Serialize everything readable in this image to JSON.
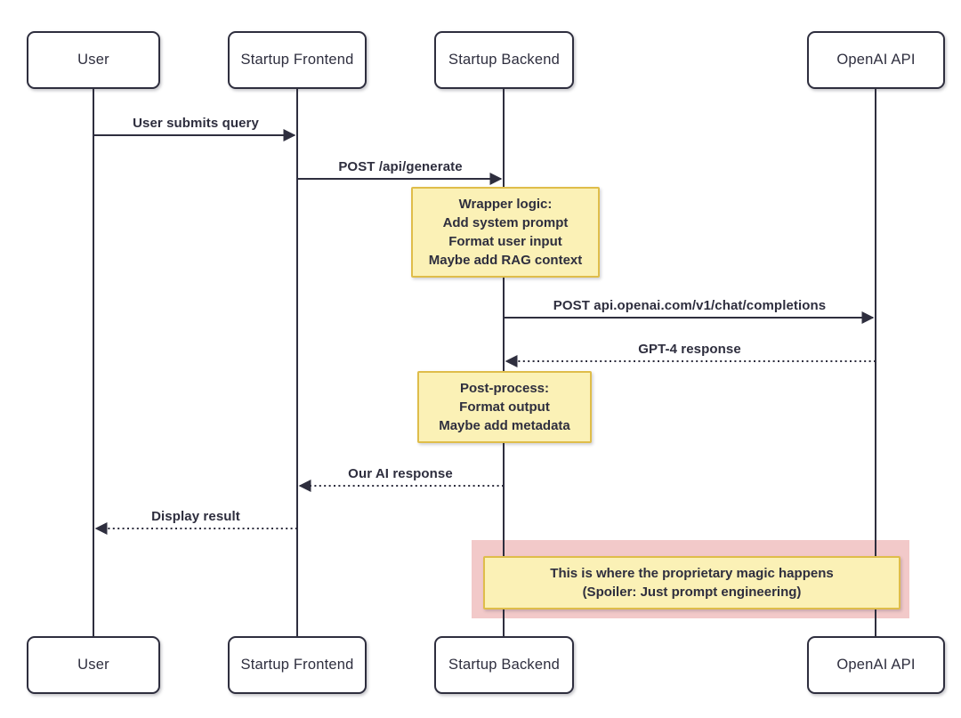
{
  "diagram": {
    "type": "sequence-diagram",
    "colors": {
      "ink": "#2E2E3E",
      "note-fill": "#FBF1B6",
      "note-border": "#DFBD4A",
      "highlight": "#F2C9C9",
      "bg": "#FFFFFF"
    }
  },
  "actors": [
    {
      "label": "User"
    },
    {
      "label": "Startup Frontend"
    },
    {
      "label": "Startup Backend"
    },
    {
      "label": "OpenAI API"
    }
  ],
  "messages": [
    {
      "label": "User submits query",
      "from": "User",
      "to": "Startup Frontend",
      "style": "solid"
    },
    {
      "label": "POST /api/generate",
      "from": "Startup Frontend",
      "to": "Startup Backend",
      "style": "solid"
    },
    {
      "label": "POST api.openai.com/v1/chat/completions",
      "from": "Startup Backend",
      "to": "OpenAI API",
      "style": "solid"
    },
    {
      "label": "GPT-4 response",
      "from": "OpenAI API",
      "to": "Startup Backend",
      "style": "dotted"
    },
    {
      "label": "Our AI response",
      "from": "Startup Backend",
      "to": "Startup Frontend",
      "style": "dotted"
    },
    {
      "label": "Display result",
      "from": "Startup Frontend",
      "to": "User",
      "style": "dotted"
    }
  ],
  "notes": [
    {
      "text": "Wrapper logic:\nAdd system prompt\nFormat user input\nMaybe add RAG context",
      "over": "Startup Backend"
    },
    {
      "text": "Post-process:\nFormat output\nMaybe add metadata",
      "over": "Startup Backend"
    },
    {
      "text": "This is where the proprietary magic happens\n(Spoiler: Just prompt engineering)",
      "over": "Startup Backend and OpenAI API",
      "highlighted": true
    }
  ]
}
